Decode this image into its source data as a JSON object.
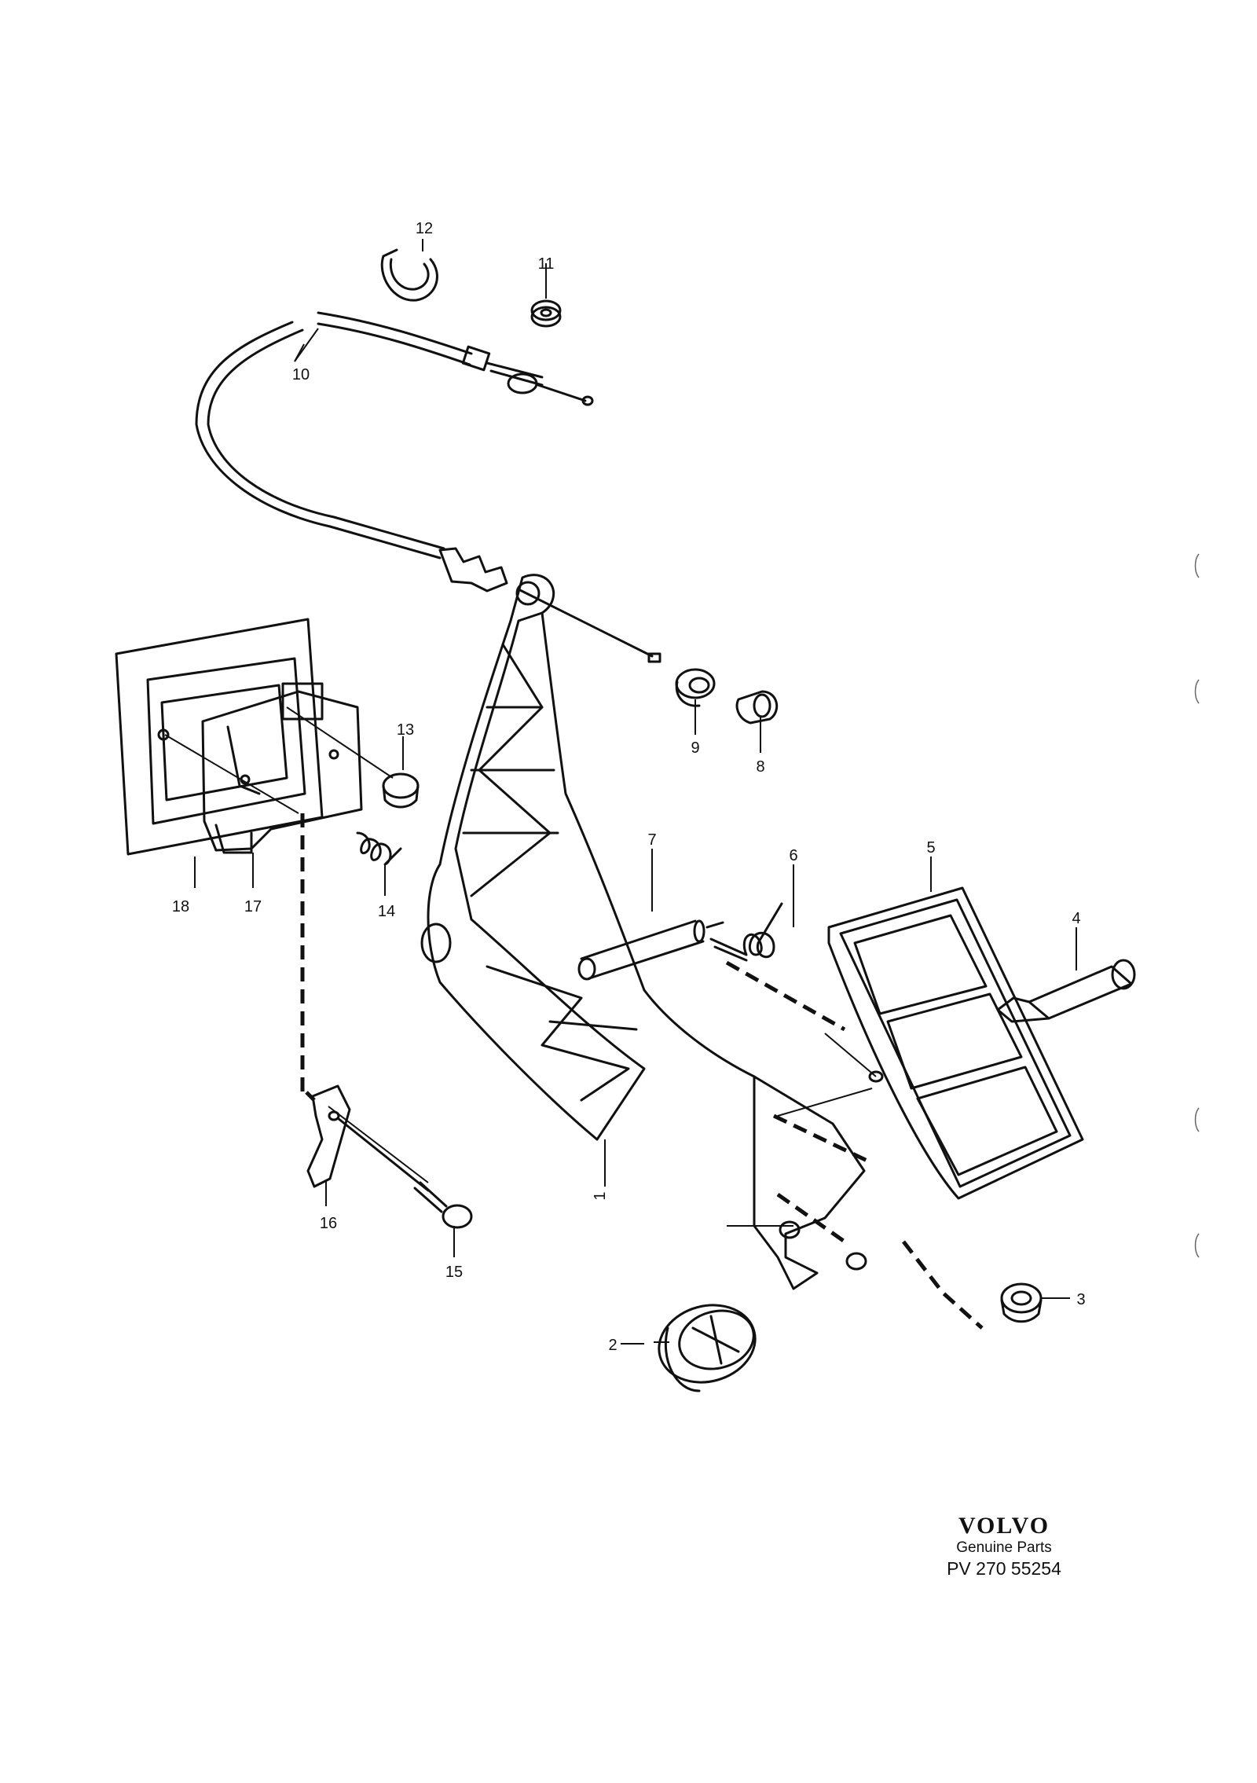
{
  "diagram": {
    "callouts": [
      "1",
      "2",
      "3",
      "4",
      "5",
      "6",
      "7",
      "8",
      "9",
      "10",
      "11",
      "12",
      "13",
      "14",
      "15",
      "16",
      "17",
      "18"
    ]
  },
  "branding": {
    "brand": "VOLVO",
    "subtitle": "Genuine Parts",
    "code": "PV 270 55254"
  }
}
